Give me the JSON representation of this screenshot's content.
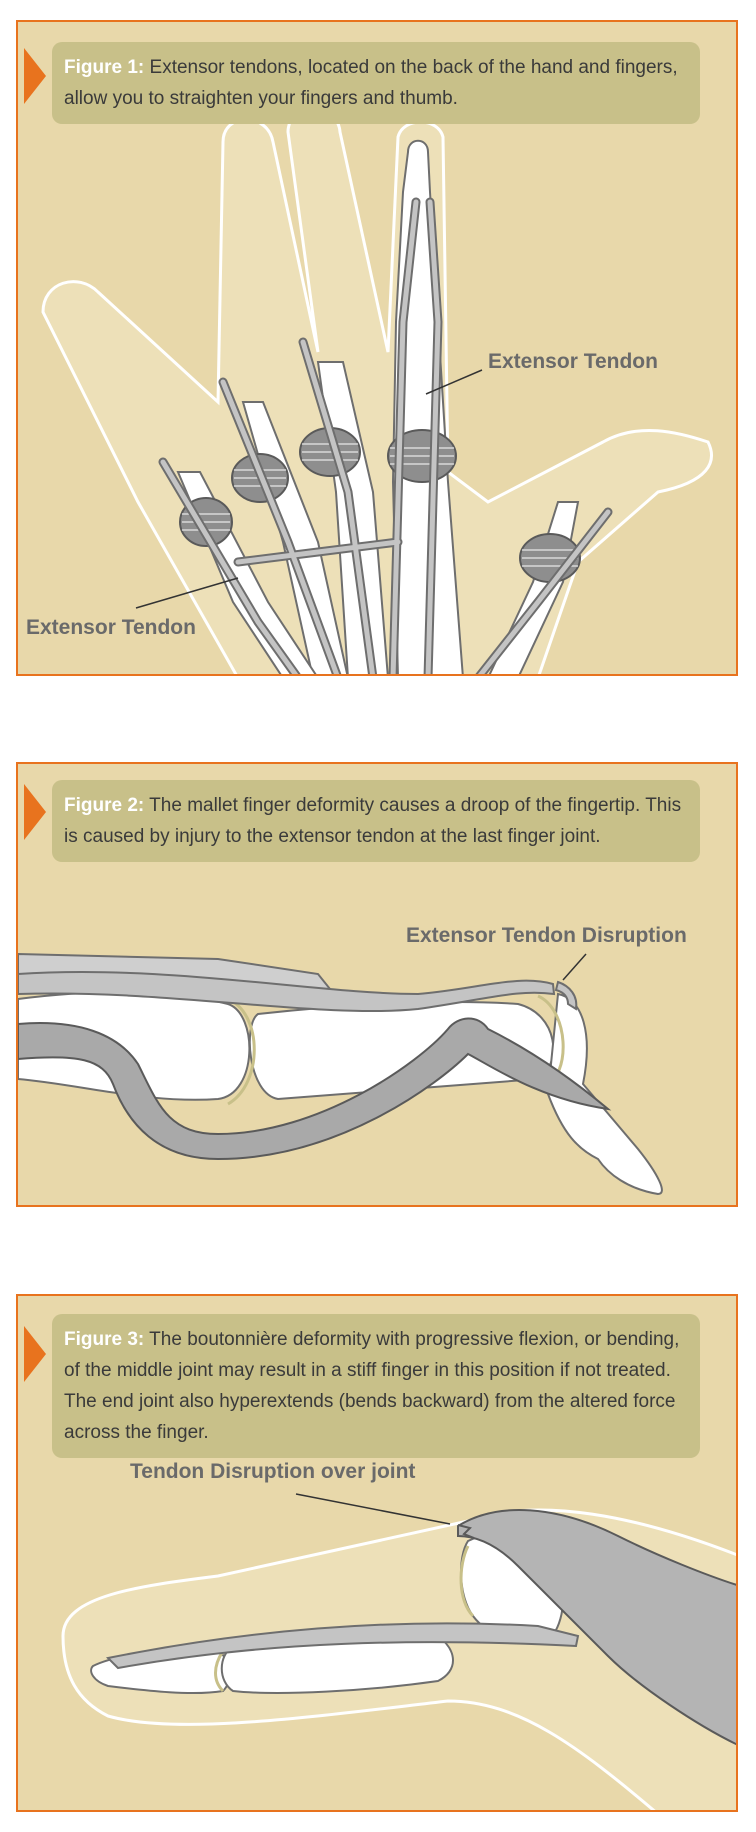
{
  "figures": [
    {
      "title": "Figure 1:",
      "text": "Extensor tendons, located on the back of the hand and fingers, allow you to straighten your fingers and thumb.",
      "labels": [
        "Extensor Tendon",
        "Extensor Tendon"
      ]
    },
    {
      "title": "Figure 2:",
      "text": "The mallet finger deformity causes a droop of the fingertip. This is caused by injury to the extensor tendon at the last finger joint.",
      "labels": [
        "Extensor Tendon Disruption"
      ]
    },
    {
      "title": "Figure 3:",
      "text": "The boutonnière deformity with progressive flexion, or bending, of the middle joint may result in a stiff finger in this position if not treated. The end joint also hyperextends (bends backward) from the altered force across the finger.",
      "labels": [
        "Tendon Disruption over joint"
      ]
    }
  ],
  "colors": {
    "border": "#e8731e",
    "panel": "#e8d8aa",
    "caption": "#c8c089",
    "skin": "#ede0b8",
    "tendon": "#c4c4c4",
    "tendon_dark": "#a9a9a9",
    "bone": "#ffffff"
  }
}
